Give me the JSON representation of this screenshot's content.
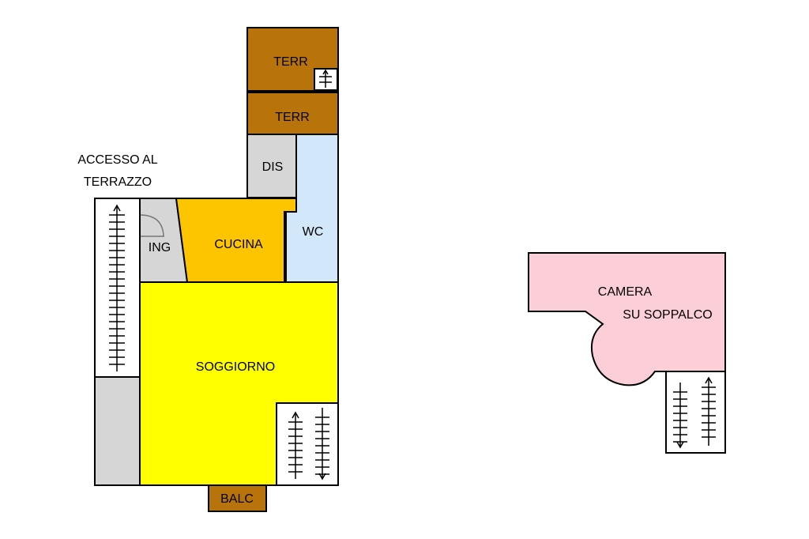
{
  "colors": {
    "terrace": "#b8740a",
    "hall": "#d6d6d6",
    "kitchen": "#fcc500",
    "wc": "#d2e8fa",
    "living": "#ffff00",
    "bedroom": "#fccfd8",
    "stair": "#ffffff",
    "line": "#000000"
  },
  "labels": {
    "terr_top": "TERR",
    "terr_mid": "TERR",
    "dis": "DIS",
    "wc": "WC",
    "cucina": "CUCINA",
    "ing": "ING",
    "soggiorno": "SOGGIORNO",
    "balc": "BALC",
    "access_line1": "ACCESSO AL",
    "access_line2": "TERRAZZO",
    "camera_line1": "CAMERA",
    "camera_line2": "SU SOPPALCO"
  }
}
